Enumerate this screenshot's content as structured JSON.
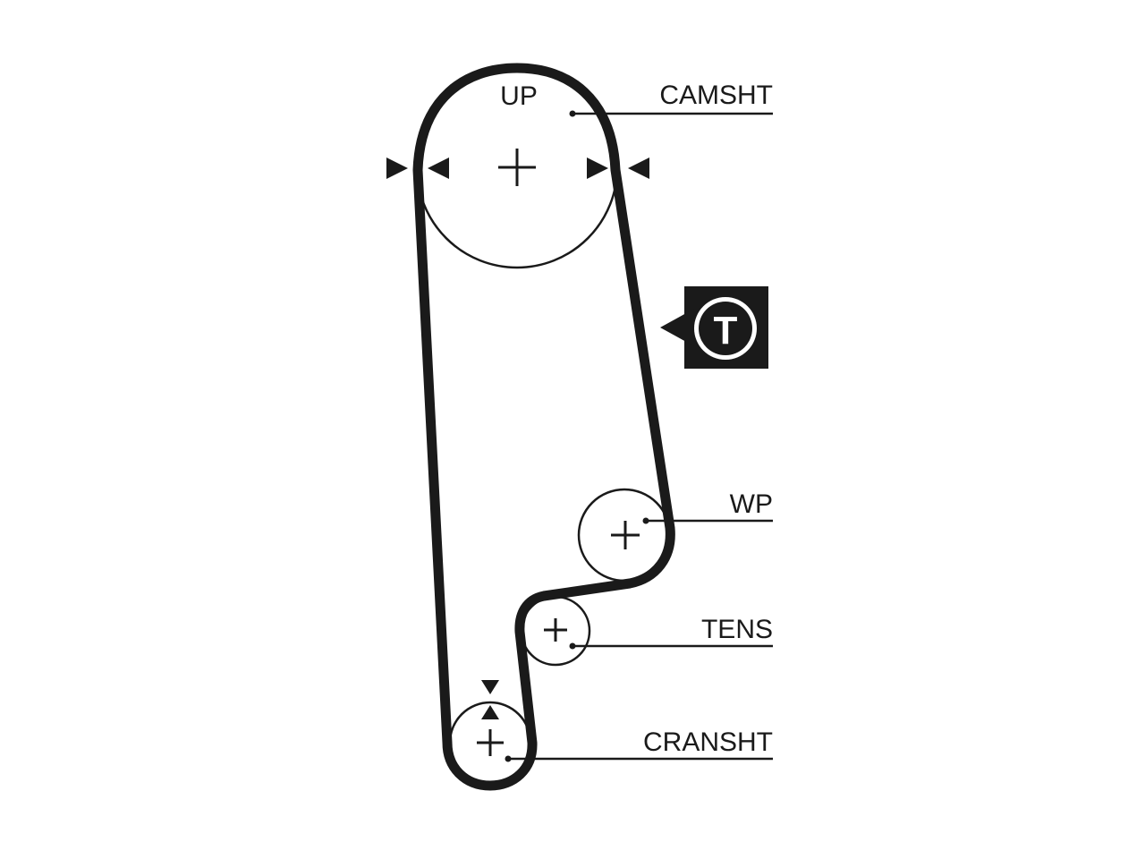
{
  "labels": {
    "up": "UP",
    "camshaft": "CAMSHT",
    "water_pump": "WP",
    "tensioner": "TENS",
    "crankshaft": "CRANSHT",
    "tension_badge": "T"
  },
  "colors": {
    "ink": "#1a1a1a",
    "background": "#ffffff"
  },
  "icons": {
    "tension_badge": "tension-point-badge-icon",
    "alignment_marks": "alignment-arrow-icon"
  }
}
